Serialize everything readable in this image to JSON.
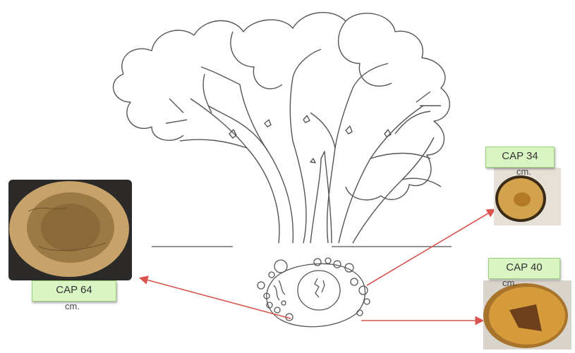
{
  "samples": [
    {
      "cap_label": "CAP 64",
      "unit": "cm.",
      "wood_color": "#c7a26a",
      "heart_color": "#9c7a45"
    },
    {
      "cap_label": "CAP 34",
      "unit": "cm.",
      "wood_color": "#d2a24c",
      "heart_color": "#b37a25"
    },
    {
      "cap_label": "CAP 40",
      "unit": "cm.",
      "wood_color": "#d69b3a",
      "heart_color": "#6d3f1a"
    }
  ],
  "colors": {
    "arrow": "#d9544f",
    "label_bg": "#d9f5c4",
    "line": "#555555"
  },
  "icons": {
    "tree": "tree-illustration-icon",
    "roots": "root-cross-section-icon"
  }
}
